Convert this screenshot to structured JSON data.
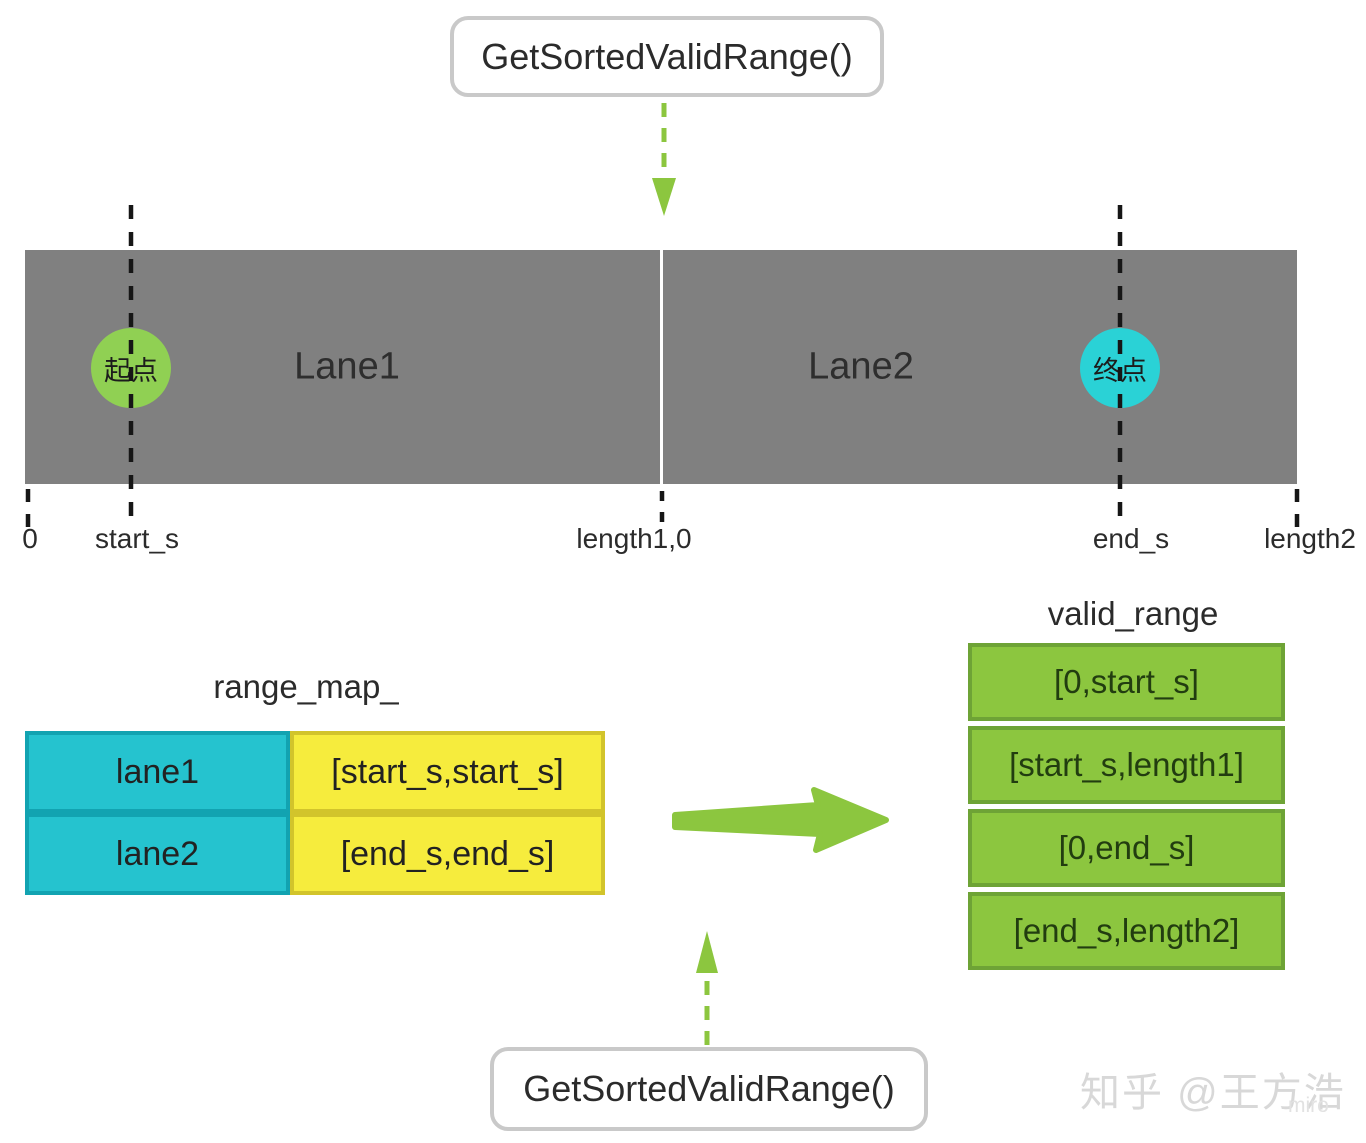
{
  "top_box": {
    "label": "GetSortedValidRange()"
  },
  "bottom_box": {
    "label": "GetSortedValidRange()"
  },
  "road": {
    "lane1_label": "Lane1",
    "lane2_label": "Lane2",
    "start_marker": "起点",
    "end_marker": "终点"
  },
  "axis": {
    "labels": [
      "0",
      "start_s",
      "length1,0",
      "end_s",
      "length2"
    ]
  },
  "range_map": {
    "title": "range_map_",
    "rows": [
      {
        "key": "lane1",
        "value": "[start_s,start_s]"
      },
      {
        "key": "lane2",
        "value": "[end_s,end_s]"
      }
    ]
  },
  "valid_range": {
    "title": "valid_range",
    "rows": [
      "[0,start_s]",
      "[start_s,length1]",
      "[0,end_s]",
      "[end_s,length2]"
    ]
  },
  "watermark": {
    "text": "知乎 @王方浩",
    "sub": "miro"
  },
  "colors": {
    "road_gray": "#808080",
    "divider_white": "#ffffff",
    "arrow_green": "#8cc63f",
    "circle_green": "#90d053",
    "circle_cyan": "#2ad2d6",
    "cell_cyan": "#25c3cf",
    "cell_cyan_border": "#12a3b1",
    "cell_yellow": "#f6ec3d",
    "cell_yellow_border": "#d2c42b",
    "cell_green": "#8cc63f",
    "cell_green_border": "#6ea336",
    "box_border": "#c9c9c9",
    "dash_black": "#161616",
    "text_dark": "#2b2b2b",
    "watermark_gray": "#d8d8d8"
  }
}
